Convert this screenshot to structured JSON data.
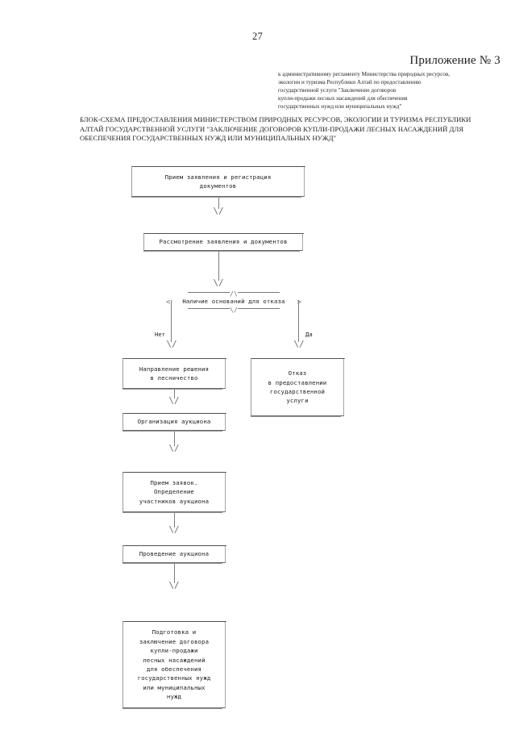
{
  "page": {
    "number": "27"
  },
  "header": {
    "appendix_title": "Приложение № 3",
    "reference_lines": [
      "к административному регламенту Министерства природных ресурсов,",
      "экологии и туризма Республики Алтай по предоставлению",
      "государственной услуги \"Заключение договоров",
      "купли-продажи лесных насаждений для обеспечения",
      "государственных нужд или муниципальных нужд\""
    ]
  },
  "document_title": {
    "lines": [
      "БЛОК-СХЕМА ПРЕДОСТАВЛЕНИЯ МИНИСТЕРСТВОМ ПРИРОДНЫХ РЕСУРСОВ, ЭКОЛОГИИ И ТУРИЗМА РЕСПУБЛИКИ",
      "АЛТАЙ ГОСУДАРСТВЕННОЙ УСЛУГИ \"ЗАКЛЮЧЕНИЕ ДОГОВОРОВ КУПЛИ-ПРОДАЖИ ЛЕСНЫХ НАСАЖДЕНИЙ ДЛЯ",
      "ОБЕСПЕЧЕНИЯ ГОСУДАРСТВЕННЫХ НУЖД ИЛИ МУНИЦИПАЛЬНЫХ НУЖД\""
    ]
  },
  "flowchart": {
    "nodes": {
      "receive": {
        "lines": [
          "Прием заявления и регистрация",
          "документов"
        ]
      },
      "review": {
        "lines": [
          "Рассмотрение заявления и документов"
        ]
      },
      "decision": {
        "top": "/\\",
        "bottom": "\\/",
        "left_bracket": "<",
        "right_bracket": ">",
        "lines": [
          "Наличие оснований",
          "для отказа"
        ]
      },
      "send_to_forestry": {
        "lines": [
          "Направление решения",
          "в лесничество"
        ]
      },
      "refusal": {
        "lines": [
          "Отказ",
          "в предоставлении",
          "государственной",
          "услуги"
        ]
      },
      "organize_auction": {
        "lines": [
          "Организация аукциона"
        ]
      },
      "accept_bids": {
        "lines": [
          "Прием заявок.",
          "Определение",
          "участников аукциона"
        ]
      },
      "hold_auction": {
        "lines": [
          "Проведение аукциона"
        ]
      },
      "conclude_contract": {
        "lines": [
          "Подготовка и",
          "заключение договора",
          "купли-продажи",
          "лесных насаждений",
          "для обеспечения",
          "государственных нужд",
          "или муниципальных",
          "нужд"
        ]
      }
    },
    "branch_labels": {
      "no": "Нет",
      "yes": "Да"
    },
    "arrow_glyph": "\\/"
  }
}
